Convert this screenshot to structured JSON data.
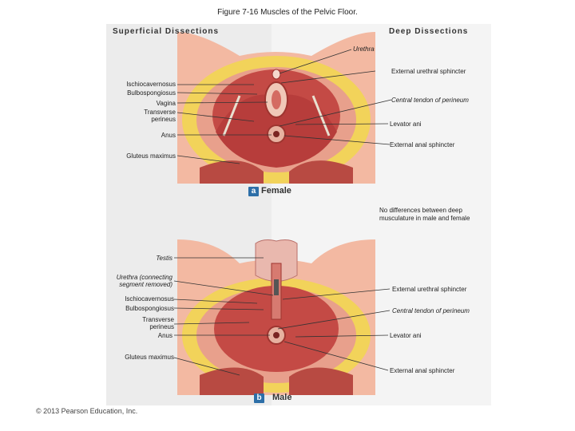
{
  "title": "Figure 7-16 Muscles of the Pelvic Floor.",
  "headers": {
    "left": "Superficial Dissections",
    "right": "Deep Dissections"
  },
  "female": {
    "badge": "a",
    "label": "Female",
    "left_labels": [
      "Ischiocavernosus",
      "Bulbospongiosus",
      "Vagina",
      "Transverse perineus",
      "Anus",
      "Gluteus maximus"
    ],
    "right_labels": [
      "Urethra",
      "External urethral sphincter",
      "Central tendon of perineum",
      "Levator ani",
      "External anal sphincter"
    ]
  },
  "note": "No differences between deep musculature in male and female",
  "male": {
    "badge": "b",
    "label": "Male",
    "left_labels": [
      "Testis",
      "Urethra (connecting segment removed)",
      "Ischiocavernosus",
      "Bulbospongiosus",
      "Transverse perineus",
      "Anus",
      "Gluteus maximus"
    ],
    "right_labels": [
      "External urethral sphincter",
      "Central tendon of perineum",
      "Levator ani",
      "External anal sphincter"
    ]
  },
  "copyright": "© 2013 Pearson Education, Inc.",
  "colors": {
    "skin": "#f3b9a2",
    "fat": "#f2d35a",
    "muscle": "#c44a45",
    "badge": "#2d6fa8"
  }
}
